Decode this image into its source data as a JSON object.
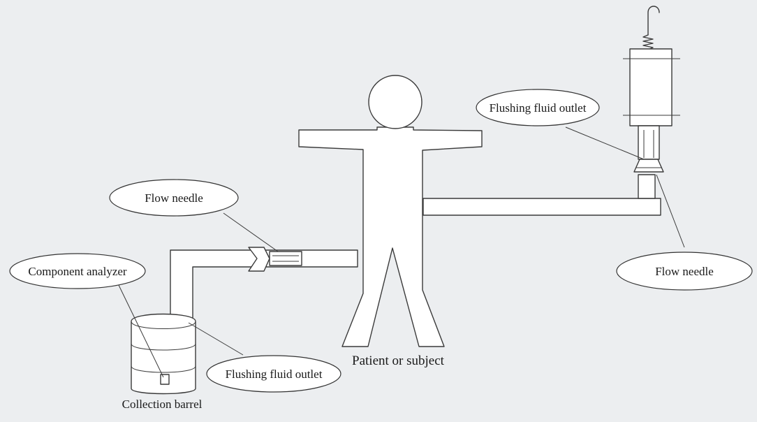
{
  "labels": {
    "flushing_outlet_top": "Flushing fluid outlet",
    "flow_needle_left": "Flow needle",
    "component_analyzer": "Component analyzer",
    "flow_needle_right": "Flow needle",
    "flushing_outlet_bottom": "Flushing fluid outlet",
    "patient": "Patient or subject",
    "collection_barrel": "Collection barrel"
  },
  "colors": {
    "background": "#eceef0",
    "line": "#3a3a3a",
    "callout_fill": "#ffffff"
  }
}
